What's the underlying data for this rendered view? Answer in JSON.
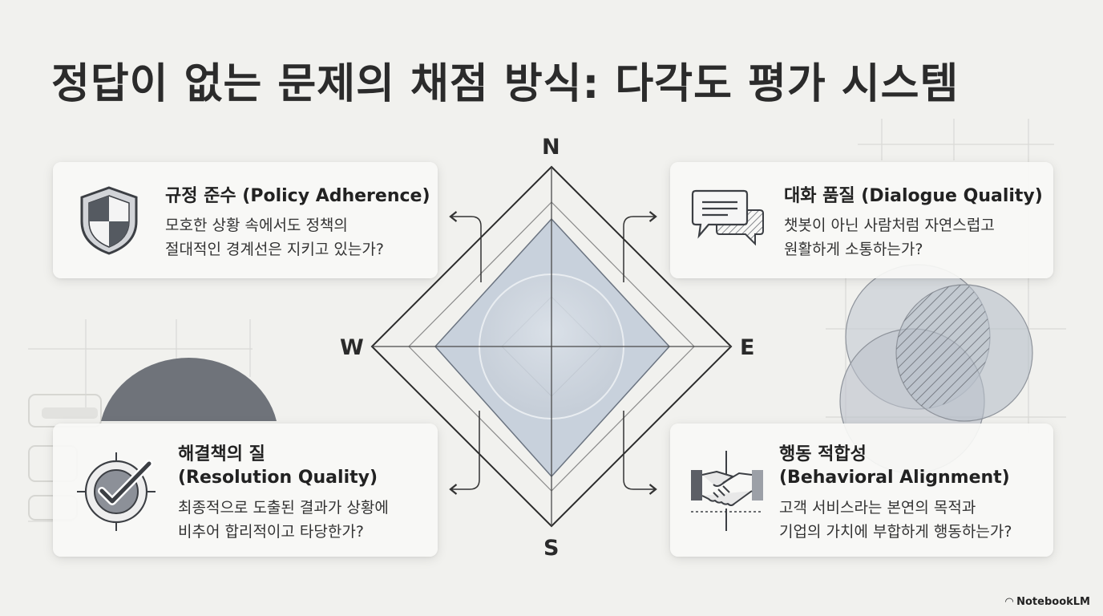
{
  "page_title": "정답이 없는 문제의 채점 방식: 다각도 평가 시스템",
  "compass": {
    "north": "N",
    "south": "S",
    "west": "W",
    "east": "E"
  },
  "cards": [
    {
      "title": "규정 준수 (Policy Adherence)",
      "desc_lines": [
        "모호한 상황 속에서도 정책의",
        "절대적인 경계선은 지키고 있는가?"
      ],
      "icon": "shield-icon"
    },
    {
      "title": "대화 품질 (Dialogue Quality)",
      "desc_lines": [
        "챗봇이 아닌 사람처럼 자연스럽고",
        "원활하게 소통하는가?"
      ],
      "icon": "chat-bubbles-icon"
    },
    {
      "title_lines": [
        "해결책의 질",
        "(Resolution Quality)"
      ],
      "desc_lines": [
        "최종적으로 도출된 결과가 상황에",
        "비추어 합리적이고 타당한가?"
      ],
      "icon": "target-check-icon"
    },
    {
      "title_lines": [
        "행동 적합성",
        "(Behavioral Alignment)"
      ],
      "desc_lines": [
        "고객 서비스라는 본연의 목적과",
        "기업의 가치에 부합하게 행동하는가?"
      ],
      "icon": "handshake-icon"
    }
  ],
  "brand": "NotebookLM",
  "colors": {
    "background": "#f1f1ee",
    "card": "#f8f8f6",
    "accent_fill": "#b9c6d6",
    "dark_gray": "#5c5f66"
  }
}
